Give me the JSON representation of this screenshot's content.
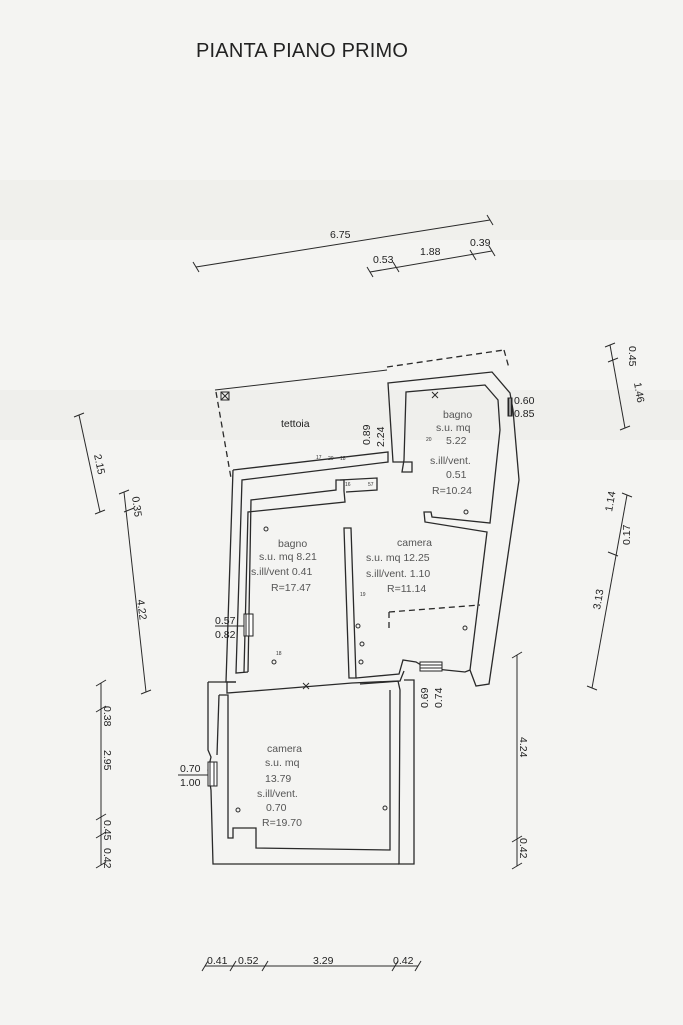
{
  "title": "PIANTA PIANO PRIMO",
  "top_dims": {
    "total": "6.75",
    "a": "0.53",
    "b": "1.88",
    "c": "0.39"
  },
  "left_dims": {
    "d1": "2.15",
    "d2": "0.35",
    "d3": "4.22",
    "d4": "0.38",
    "d5": "2.95",
    "d6": "0.45",
    "d7": "0.42"
  },
  "right_dims": {
    "d1": "0.45",
    "d2": "1.46",
    "d3": "1.14",
    "d4": "0.17",
    "d5": "3.13",
    "d6": "4.24",
    "d7": "0.42"
  },
  "bottom_dims": {
    "a": "0.41",
    "b": "0.52",
    "c": "3.29",
    "d": "0.42"
  },
  "windows": {
    "bagno_top": {
      "w": "0.60",
      "h": "0.85"
    },
    "bagno_left": {
      "w": "0.57",
      "h": "0.82"
    },
    "camera_bottom": {
      "w": "0.70",
      "h": "1.00"
    },
    "camera_mid": {
      "w": "0.69",
      "h": "0.74"
    },
    "terrace": {
      "w": "0.89",
      "h": "2.24"
    }
  },
  "tettoia": "tettoia",
  "rooms": {
    "bagno1": {
      "name": "bagno",
      "su": "s.u.  mq",
      "su_val": "5.22",
      "sill": "s.ill/vent.",
      "sill_val": "0.51",
      "r": "R=10.24"
    },
    "bagno2": {
      "name": "bagno",
      "su": "s.u.  mq  8.21",
      "sill": "s.ill/vent  0.41",
      "r": "R=17.47"
    },
    "camera1": {
      "name": "camera",
      "su": "s.u.  mq  12.25",
      "sill": "s.ill/vent.  1.10",
      "r": "R=11.14"
    },
    "camera2": {
      "name": "camera",
      "su": "s.u.  mq",
      "su_val": "13.79",
      "sill": "s.ill/vent.",
      "sill_val": "0.70",
      "r": "R=19.70"
    }
  },
  "small_labels": {
    "n17": "17",
    "n20": "20",
    "n18": "18",
    "n19": "19",
    "n16": "16",
    "n57": "57",
    "n19b": "19",
    "n18b": "18",
    "n20b": "20"
  }
}
